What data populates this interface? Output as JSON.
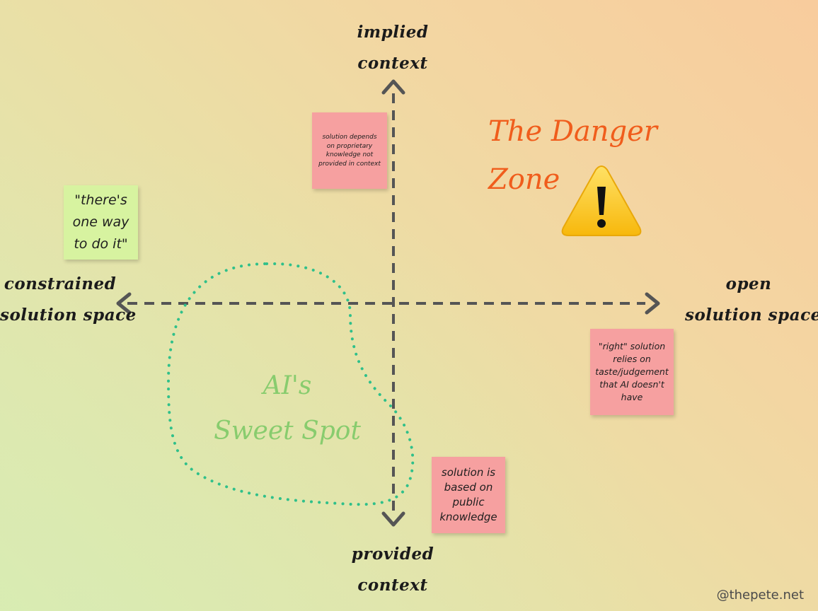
{
  "axes": {
    "top": [
      "implied",
      "context"
    ],
    "bottom": [
      "provided",
      "context"
    ],
    "left": [
      "constrained",
      "solution space"
    ],
    "right": [
      "open",
      "solution space"
    ]
  },
  "notes": {
    "proprietary": "solution depends on proprietary knowledge not provided in context",
    "taste": "\"right\" solution relies on taste/judgement that AI doesn't have",
    "public": "solution is based on public knowledge",
    "one_way": "\"there's one way to do it\""
  },
  "regions": {
    "danger": [
      "The Danger",
      "Zone"
    ],
    "sweet": [
      "AI's",
      "Sweet Spot"
    ]
  },
  "credit": "@thepete.net",
  "icons": {
    "warning": "warning-triangle-icon"
  },
  "colors": {
    "axis": "#555555",
    "sweet_outline": "#2fc08a",
    "danger_text": "#f05d1c",
    "sweet_text": "#88cc6e",
    "note_pink": "#f6a0a0",
    "note_green": "#d7f3a0",
    "warning_yellow": "#ffcf26"
  }
}
